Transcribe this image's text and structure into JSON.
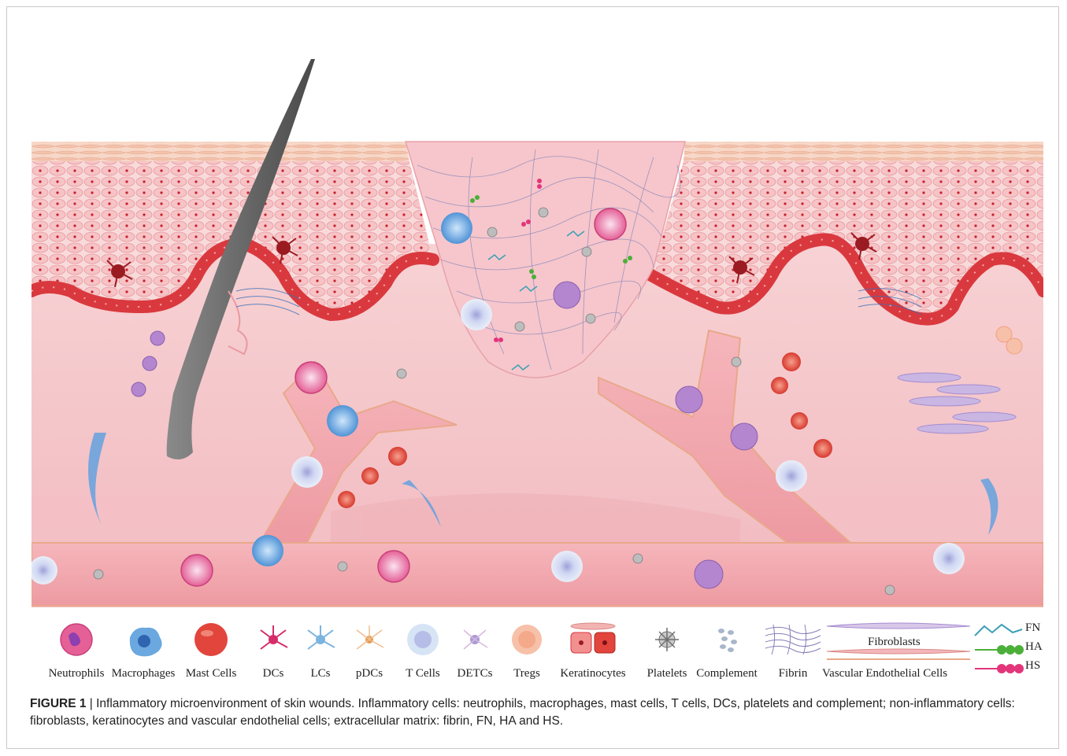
{
  "legend": {
    "items": [
      {
        "key": "neutrophils",
        "label": "Neutrophils"
      },
      {
        "key": "macrophages",
        "label": "Macrophages"
      },
      {
        "key": "mast_cells",
        "label": "Mast Cells"
      },
      {
        "key": "dcs",
        "label": "DCs"
      },
      {
        "key": "lcs",
        "label": "LCs"
      },
      {
        "key": "pdcs",
        "label": "pDCs"
      },
      {
        "key": "t_cells",
        "label": "T Cells"
      },
      {
        "key": "detcs",
        "label": "DETCs"
      },
      {
        "key": "tregs",
        "label": "Tregs"
      },
      {
        "key": "keratinocytes",
        "label": "Keratinocytes"
      },
      {
        "key": "platelets",
        "label": "Platelets"
      },
      {
        "key": "complement",
        "label": "Complement"
      },
      {
        "key": "fibrin",
        "label": "Fibrin"
      }
    ],
    "fibroblasts_label": "Fibroblasts",
    "vascular_label": "Vascular Endothelial Cells",
    "fn_label": "FN",
    "ha_label": "HA",
    "hs_label": "HS"
  },
  "caption": {
    "figure_label": "FIGURE 1",
    "separator": " | ",
    "text": "Inflammatory microenvironment of skin wounds. Inflammatory cells: neutrophils, macrophages, mast cells, T cells, DCs, platelets and complement; non-inflammatory cells: fibroblasts, keratinocytes and vascular endothelial cells; extracellular matrix: fibrin, FN, HA and HS."
  },
  "colors": {
    "dermis": "#f6c9cc",
    "epidermis": "#f8d4d4",
    "basal_layer": "#d9393e",
    "stratum_corneum": "#f3cbb8",
    "wound": "#f7c8ce",
    "vessel": "#f2a8ad",
    "neutrophil": "#e05a8c",
    "macrophage": "#6aa8df",
    "mast_cell": "#e2453c",
    "fn": "#3aa0b4",
    "ha": "#4caf3a",
    "hs": "#e3357a"
  }
}
